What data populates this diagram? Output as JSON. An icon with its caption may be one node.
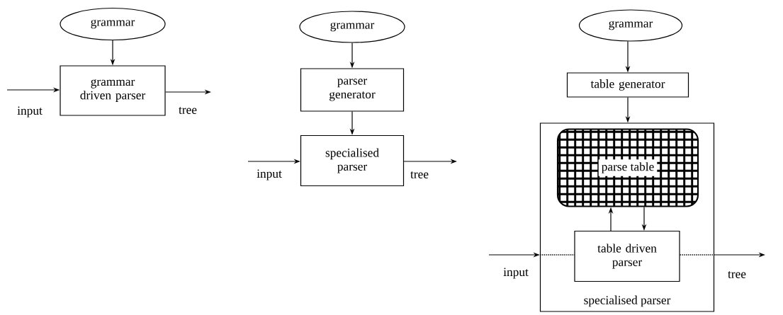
{
  "diagram": {
    "nodes": [
      {
        "text": [
          "grammar"
        ]
      },
      {
        "text": [
          "grammar driven parser"
        ]
      },
      {
        "text": [
          "grammar"
        ]
      },
      {
        "text": [
          "parser generator"
        ]
      },
      {
        "text": [
          "specialised parser"
        ]
      },
      {
        "text": [
          "grammar"
        ]
      },
      {
        "text": [
          "table generator"
        ]
      },
      {
        "text": [
          "specialised parser"
        ]
      },
      {
        "text": [
          "parse table"
        ],
        "in": 7
      },
      {
        "text": [
          "table driven parser"
        ],
        "in": 7
      }
    ],
    "edges": [
      {
        "from": 0,
        "to": 1,
        "arrow": "to"
      },
      {
        "from": null,
        "to": 1,
        "arrow": "to",
        "label": "input"
      },
      {
        "from": 1,
        "to": null,
        "arrow": "to",
        "label": "tree"
      },
      {
        "from": 2,
        "to": 3,
        "arrow": "to"
      },
      {
        "from": 3,
        "to": 4,
        "arrow": "to"
      },
      {
        "from": null,
        "to": 4,
        "arrow": "to",
        "label": "input"
      },
      {
        "from": 4,
        "to": null,
        "arrow": "to",
        "label": "tree"
      },
      {
        "from": 5,
        "to": 6,
        "arrow": "to"
      },
      {
        "from": 6,
        "to": 7,
        "arrow": "to"
      },
      {
        "from": 9,
        "to": 8,
        "arrow": "to"
      },
      {
        "from": 8,
        "to": 9,
        "arrow": "to"
      },
      {
        "from": null,
        "to": 7,
        "arrow": "to",
        "label": "input"
      },
      {
        "from": 7,
        "to": 9,
        "arrow": "none",
        "style": "dashed"
      },
      {
        "from": 9,
        "to": 7,
        "arrow": "none",
        "style": "dashed"
      },
      {
        "from": 7,
        "to": null,
        "arrow": "to",
        "label": "tree"
      }
    ]
  }
}
